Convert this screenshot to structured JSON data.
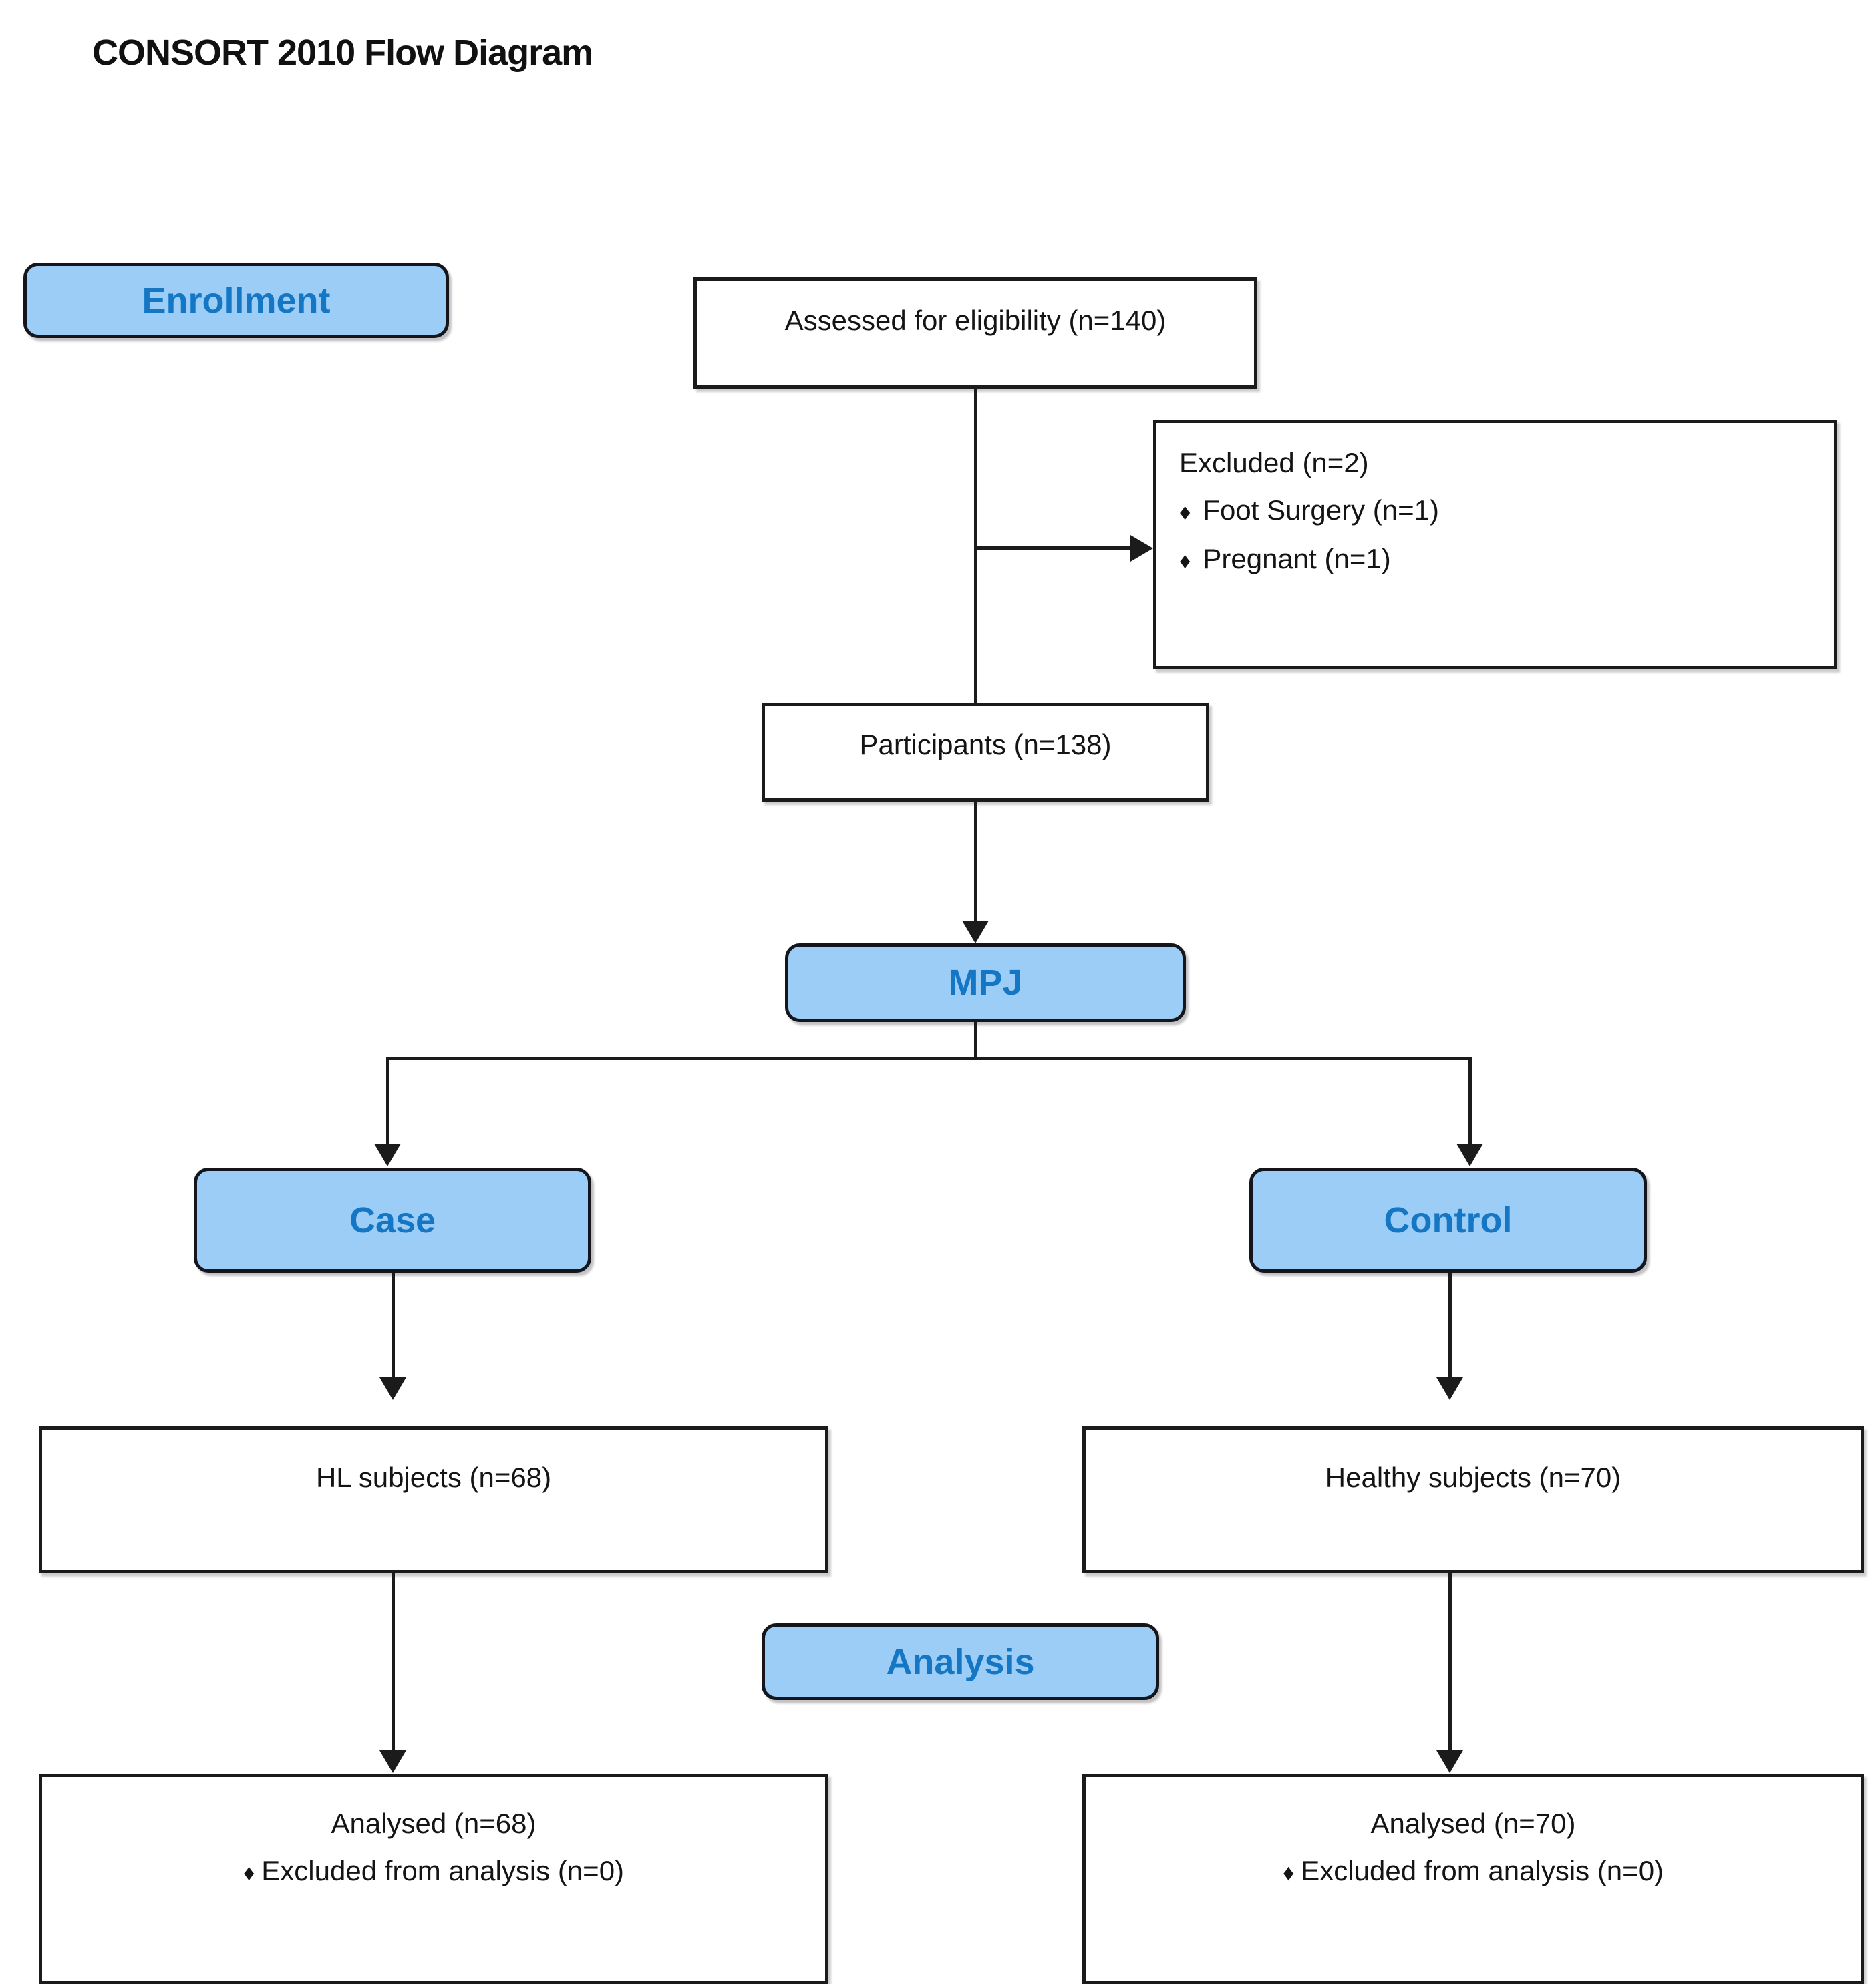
{
  "title": "CONSORT 2010 Flow Diagram",
  "stages": {
    "enrollment": "Enrollment",
    "mpj": "MPJ",
    "case": "Case",
    "control": "Control",
    "analysis": "Analysis"
  },
  "boxes": {
    "assessed": {
      "text": "Assessed for eligibility (n=140)"
    },
    "excluded": {
      "heading": "Excluded (n=2)",
      "items": [
        "Foot Surgery (n=1)",
        "Pregnant (n=1)"
      ],
      "bullet": "♦"
    },
    "participants": {
      "text": "Participants (n=138)"
    },
    "case_subjects": {
      "text": "HL subjects (n=68)"
    },
    "control_subjects": {
      "text": "Healthy subjects (n=70)"
    },
    "case_analysed": {
      "heading": "Analysed (n=68)",
      "excluded_item": "Excluded from analysis (n=0)",
      "bullet": "♦"
    },
    "control_analysed": {
      "heading": "Analysed (n=70)",
      "excluded_item": "Excluded from analysis (n=0)",
      "bullet": "♦"
    }
  },
  "colors": {
    "badge_fill": "#9CCDF7",
    "badge_text": "#1577C4",
    "stroke": "#1b1b1b",
    "box_fill": "#ffffff",
    "page_bg": "#ffffff"
  }
}
